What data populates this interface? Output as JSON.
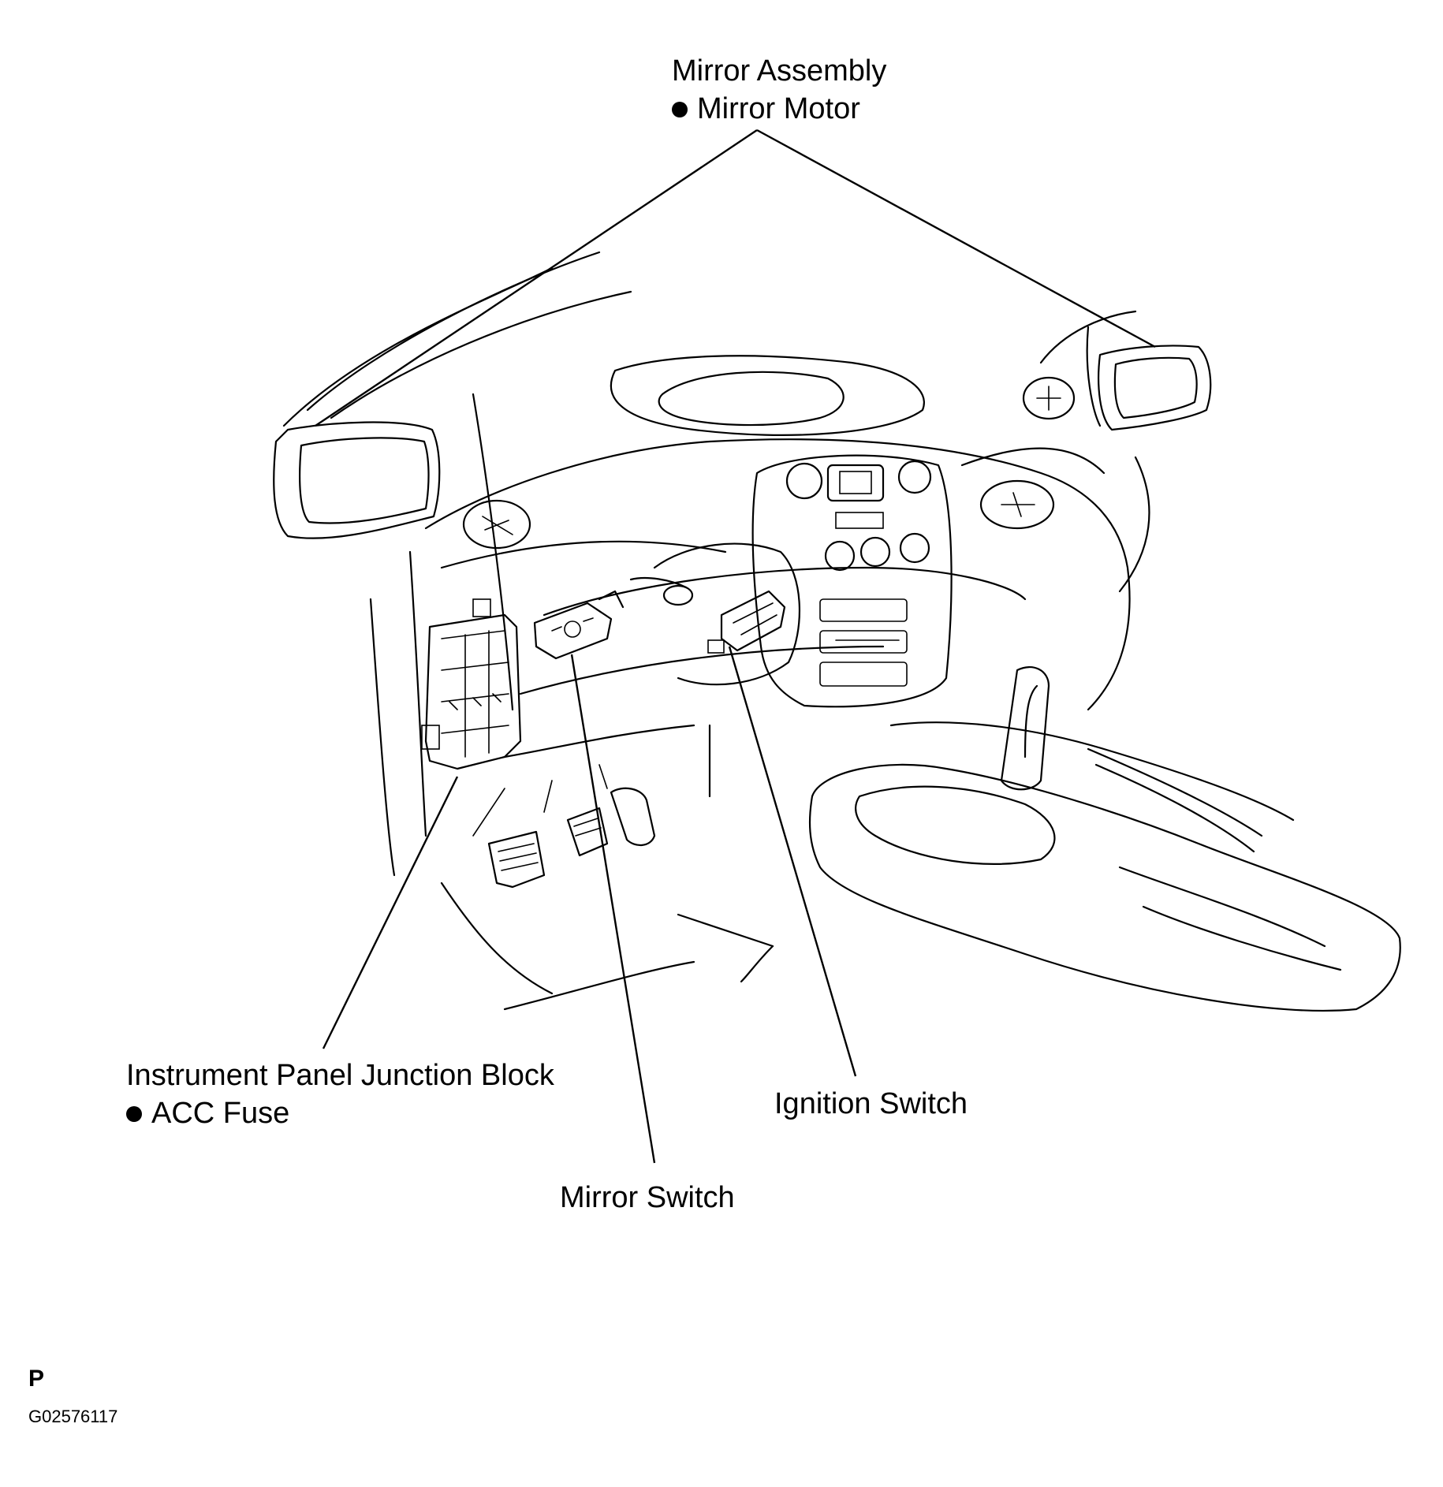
{
  "labels": {
    "mirror_assembly": {
      "title": "Mirror Assembly",
      "bullet": "Mirror Motor"
    },
    "junction_block": {
      "title": "Instrument Panel Junction Block",
      "bullet": "ACC Fuse"
    },
    "ignition_switch": "Ignition Switch",
    "mirror_switch": "Mirror Switch"
  },
  "footer": {
    "code_letter": "P",
    "figure_id": "G02576117"
  },
  "colors": {
    "ink": "#000000",
    "background": "#ffffff"
  }
}
